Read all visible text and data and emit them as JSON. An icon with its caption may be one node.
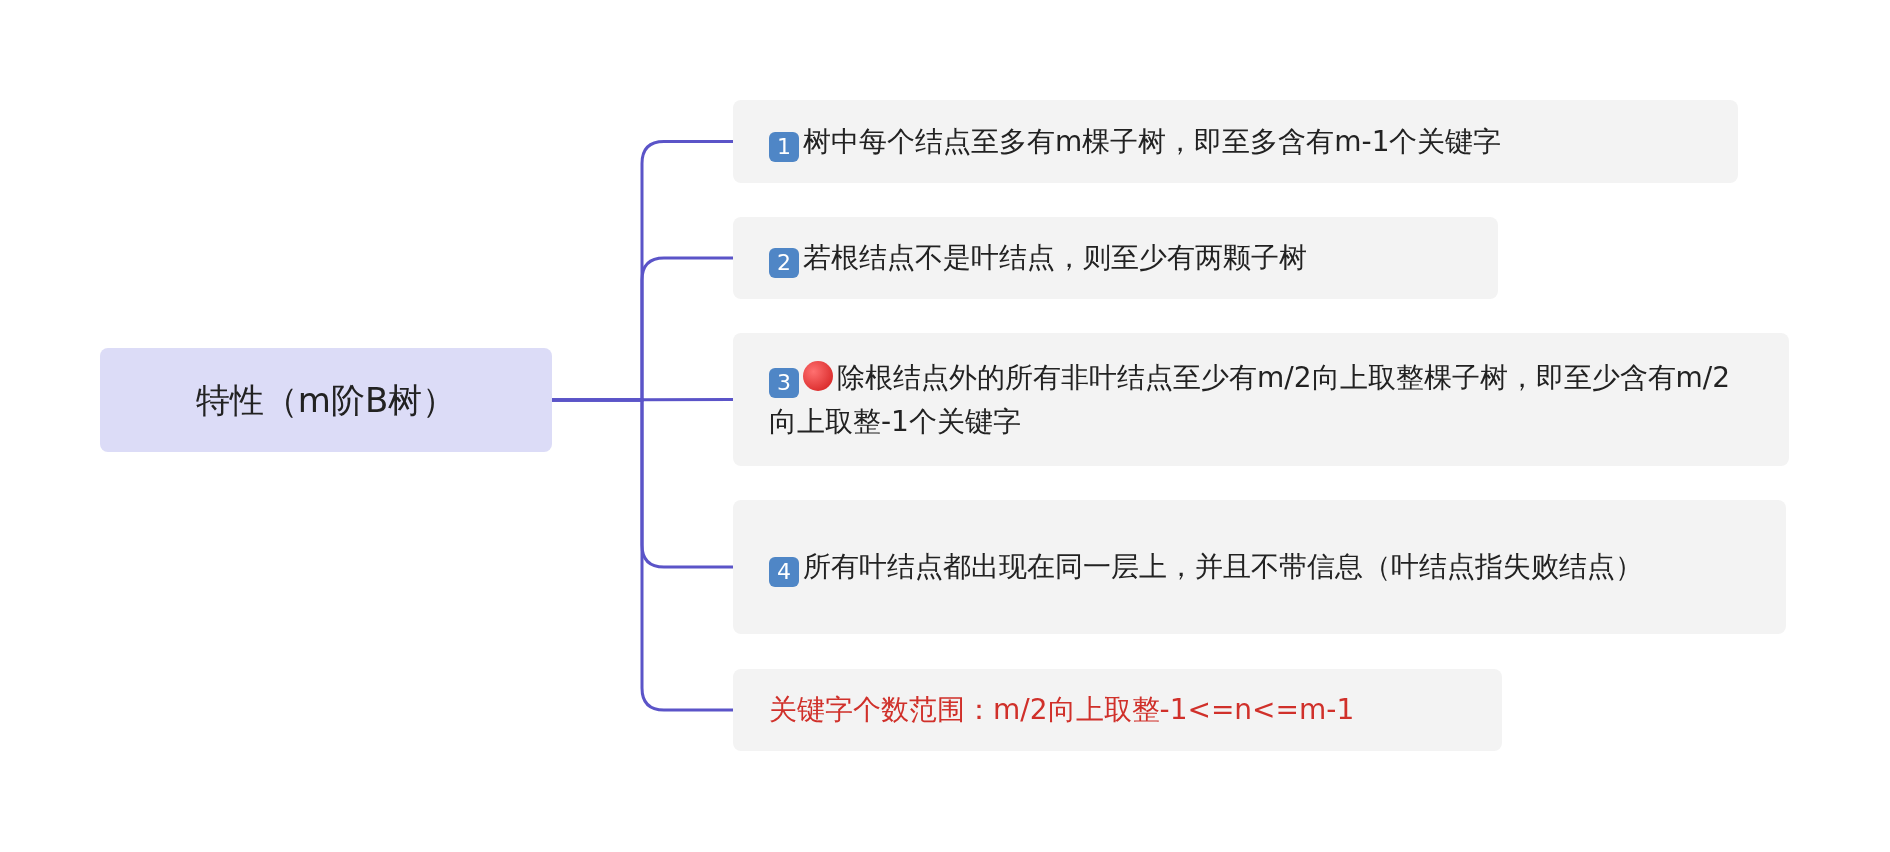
{
  "diagram": {
    "nodes": [
      {
        "text": [
          "特性（m阶B树）"
        ]
      },
      {
        "text": [
          "1",
          "树中每个结点至多有m棵子树，即至多含有m-1个关键字"
        ]
      },
      {
        "text": [
          "2",
          "若根结点不是叶结点，则至少有两颗子树"
        ]
      },
      {
        "text": [
          "3",
          "除根结点外的所有非叶结点至少有m/2向上取整棵子树，即至少含有m/2向上取整-1个关键字"
        ]
      },
      {
        "text": [
          "4",
          "所有叶结点都出现在同一层上，并且不带信息（叶结点指失败结点）"
        ]
      },
      {
        "text": [
          "关键字个数范围：m/2向上取整-1<=n<=m-1"
        ]
      }
    ],
    "edges": [
      {
        "from": 0,
        "to": 1,
        "arrow": "none"
      },
      {
        "from": 0,
        "to": 2,
        "arrow": "none"
      },
      {
        "from": 0,
        "to": 3,
        "arrow": "none"
      },
      {
        "from": 0,
        "to": 4,
        "arrow": "none"
      },
      {
        "from": 0,
        "to": 5,
        "arrow": "none",
        "color": "#5b54c8"
      }
    ]
  }
}
